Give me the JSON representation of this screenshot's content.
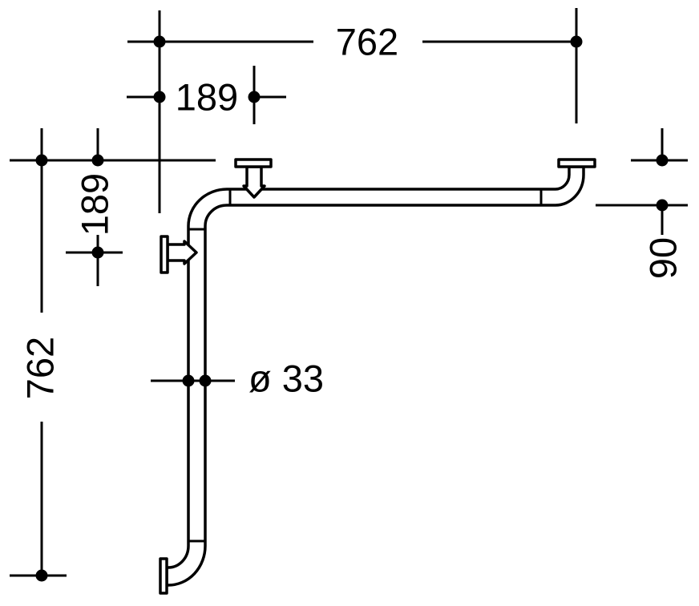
{
  "colors": {
    "background": "#ffffff",
    "line": "#000000"
  },
  "dimensions": {
    "top_width": "762",
    "top_bracket_offset": "189",
    "side_bracket_offset": "189",
    "side_height": "762",
    "right_wall_offset": "90",
    "tube_diameter": "ø 33"
  }
}
